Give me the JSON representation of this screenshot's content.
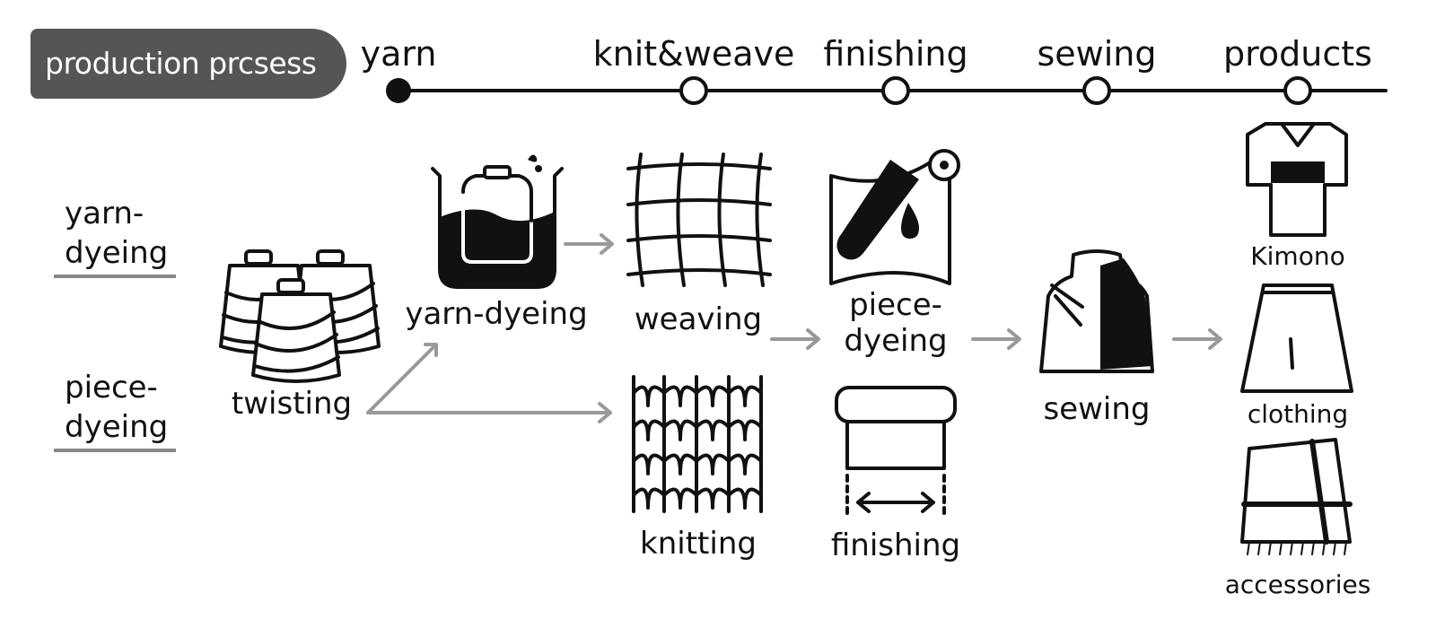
{
  "badge": {
    "label": "production prcsess"
  },
  "timeline": {
    "stages": [
      {
        "label": "yarn"
      },
      {
        "label": "knit&weave"
      },
      {
        "label": "finishing"
      },
      {
        "label": "sewing"
      },
      {
        "label": "products"
      }
    ]
  },
  "rows": {
    "yarn_dyeing": "yarn-\ndyeing",
    "piece_dyeing": "piece-\ndyeing"
  },
  "steps": {
    "twisting": "twisting",
    "yarn_dyeing": "yarn-dyeing",
    "weaving": "weaving",
    "knitting": "knitting",
    "piece_dyeing": "piece-\ndyeing",
    "finishing": "finishing",
    "sewing": "sewing"
  },
  "products": {
    "kimono": "Kimono",
    "clothing": "clothing",
    "accessories": "accessories"
  },
  "colors": {
    "badge": "#555555",
    "arrow": "#999999",
    "ink": "#111111"
  }
}
